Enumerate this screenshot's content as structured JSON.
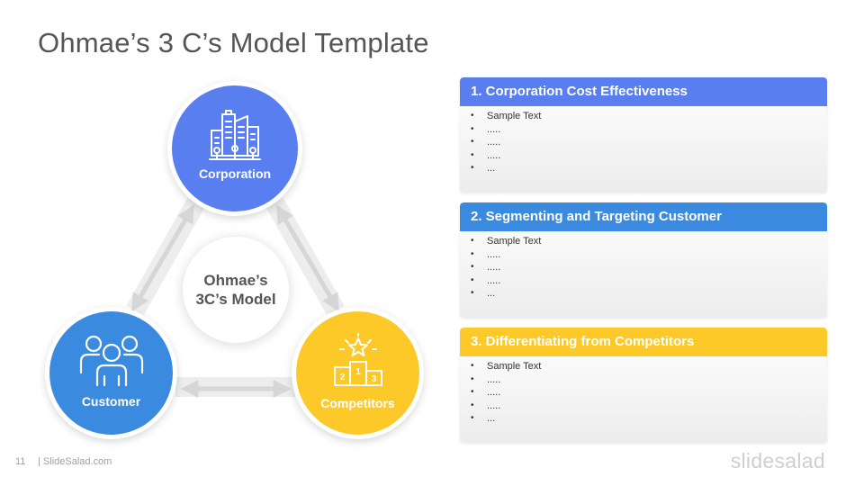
{
  "slide": {
    "title": "Ohmae’s 3 C’s Model Template",
    "page_number": "11",
    "site": "| SlideSalad.com",
    "brand": "slidesalad"
  },
  "diagram": {
    "center_label": "Ohmae’s\n3C’s Model",
    "nodes": [
      {
        "label": "Corporation",
        "icon": "buildings-icon",
        "color": "#587ef0"
      },
      {
        "label": "Customer",
        "icon": "people-group-icon",
        "color": "#3a8be0"
      },
      {
        "label": "Competitors",
        "icon": "podium-star-icon",
        "color": "#fcc929"
      }
    ]
  },
  "panels": [
    {
      "heading": "1. Corporation Cost Effectiveness",
      "color": "#587ef0",
      "bullets": [
        "Sample Text",
        ".....",
        ".....",
        ".....",
        "..."
      ]
    },
    {
      "heading": "2. Segmenting and Targeting Customer",
      "color": "#3a8be0",
      "bullets": [
        "Sample Text",
        ".....",
        ".....",
        ".....",
        "..."
      ]
    },
    {
      "heading": "3. Differentiating from Competitors",
      "color": "#fcc929",
      "bullets": [
        "Sample Text",
        ".....",
        ".....",
        ".....",
        "..."
      ]
    }
  ]
}
